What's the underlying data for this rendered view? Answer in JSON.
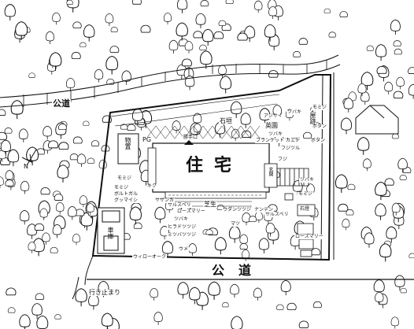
{
  "labels": {
    "public_road_left": "公道",
    "public_road_bottom": "公道",
    "house": "住宅",
    "dead_end": "行き止まり",
    "stone_wall": "石垣",
    "kitchen_door": "勝手口",
    "storehouse": "物置",
    "pg": "PG",
    "garage": "車庫",
    "lawn": "芝生",
    "entrance": "玄関",
    "stone_lantern": "石燈",
    "hut_ruins": "小屋跡",
    "english_garden": "英園",
    "willow_oak": "ウィローオーク",
    "ajisai": "アジサイ",
    "tsubaki_1": "ツバキ",
    "tsubaki_2": "ツバキ",
    "tsubaki_3": "ツバキ",
    "tsubaki_4": "ツバキ",
    "blanket_leaf": "ブランケットリーフ",
    "fujitsuru": "フジツル",
    "momiji_1": "モミジ",
    "momiji_2": "モミジ",
    "momiji_3": "モミジ",
    "momiji_4": "モミジ",
    "bottlebrush": "ボルトガル",
    "gumi": "グッマイシ",
    "botan_1": "ボタン",
    "botan_2": "ボタン",
    "rosemary_1": "ローズマリー",
    "rosemary_2": "ローズマリー",
    "sarusuberi_1": "サルスベリ",
    "sarusuberi_2": "サルスベリ",
    "hirado_tsutsuji": "ヒラドツツジ",
    "miyama_tsutsuji": "ミツバツツジ",
    "udan_tsutsuji": "ウダンツツジ",
    "nanten": "ナンテン",
    "sazanka": "サザンカ",
    "matsu": "マツ",
    "ume": "ウメ",
    "kiku": "キク",
    "fuji": "フジ",
    "kaede": "カエデ"
  },
  "icons": {
    "north_arrow": "north-arrow-icon",
    "neighbor_house": "house-outline-icon",
    "tree": "tree-icon"
  },
  "colors": {
    "ink": "#111111",
    "paper": "#ffffff"
  }
}
